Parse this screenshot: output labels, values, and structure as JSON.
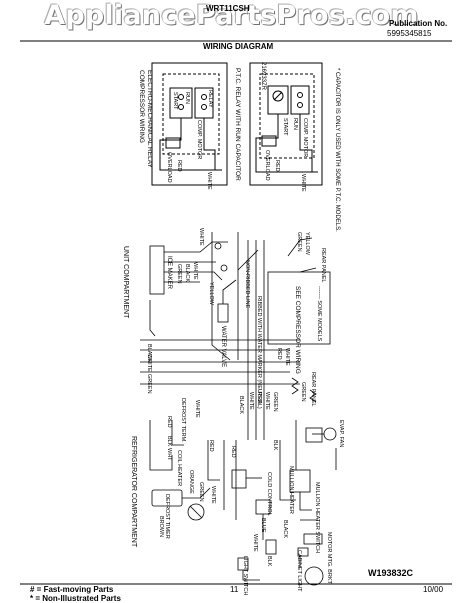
{
  "watermark": "AppliancePartsPros.com",
  "header": {
    "model": "WRT11CSH",
    "title": "WIRING DIAGRAM",
    "publication_label": "Publication No.",
    "publication_number": "5995345815"
  },
  "footer": {
    "legend_fast": "# = Fast-moving Parts",
    "legend_non": "* = Non-Illustrated Parts",
    "page": "11",
    "date": "10/00",
    "diagram_code": "W193832C"
  },
  "panels": {
    "compressor_title": "COMPRESSOR WIRING",
    "compressor_sub": "ELECTRO-MECHANICAL RELAY",
    "ptc_title": "P.T.C. RELAY WITH RUN CAPACITOR",
    "ptc_code": "216933ZR",
    "capacitor_note": "* CAPACITOR IS ONLY USED WITH SOME P.T.C. MODELS."
  },
  "labels": {
    "unit_compartment": "UNIT COMPARTMENT",
    "refrigerator_compartment": "REFRIGERATOR COMPARTMENT",
    "ice_maker": "ICE MAKER",
    "water_valve": "WATER VALVE",
    "see_compressor": "SEE COMPRESSOR WIRING",
    "some_models": "------- SOME MODELS",
    "non_ribbed": "NON-RIBBED LINE",
    "ribbed": "RIBBED WITH WATER MARKER (NEUTRAL)",
    "rear_panel": "REAR PANEL",
    "rear_panel_2": "REAR PANEL",
    "defrost_term": "DEFROST TERM.",
    "coil_heater": "COIL HEATER",
    "defrost_timer": "DEFROST TIMER",
    "light_switch": "LIGHT SWITCH",
    "cabinet_light": "CABINET LIGHT",
    "cold_control": "COLD CONTROL",
    "mullion_heater": "MULLION HEATER",
    "mullion_switch": "MULLION HEATER SWITCH",
    "evap_fan": "EVAP. FAN",
    "motor_mtg": "MOTOR MTG. BRKT.",
    "start": "START",
    "run": "RUN",
    "relay": "RELAY",
    "overload": "OVERLOAD",
    "comp_motor": "COMP. MOTOR",
    "wire_white": "WHITE",
    "wire_red": "RED",
    "wire_black": "BLACK",
    "wire_green": "GREEN",
    "wire_yellow": "YELLOW",
    "wire_orange": "ORANGE",
    "wire_blue": "BLUE",
    "wire_brown": "BROWN",
    "wire_blk": "BLK",
    "wire_wht": "WHT"
  }
}
